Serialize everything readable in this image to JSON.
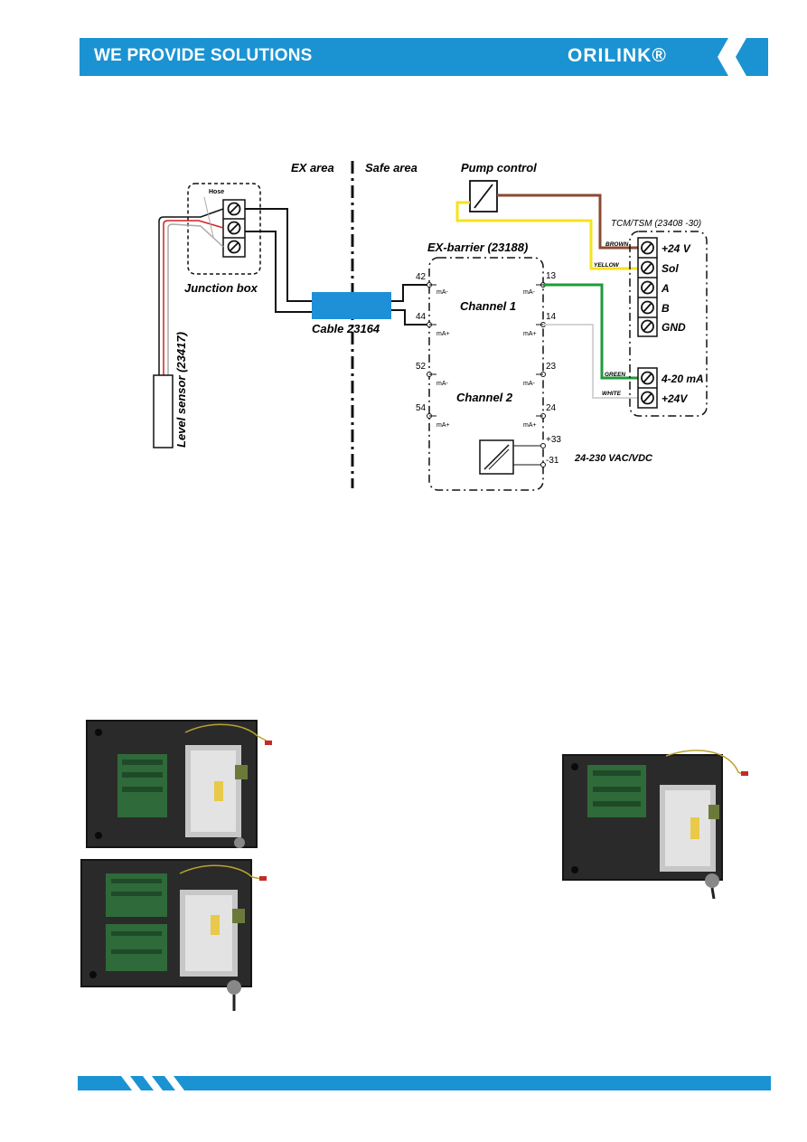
{
  "header": {
    "tagline": "WE PROVIDE SOLUTIONS",
    "logo_text": "ORILINK®",
    "brand_color": "#1b93d2"
  },
  "diagram": {
    "ex_area": "EX area",
    "safe_area": "Safe area",
    "pump_control": "Pump control",
    "hose": "Hose",
    "junction_box": "Junction box",
    "level_sensor": "Level sensor (23417)",
    "cable": "Cable 23164",
    "ex_barrier": "EX-barrier (23188)",
    "channel1": "Channel 1",
    "channel2": "Channel 2",
    "power": "24-230 VAC/VDC",
    "tcm_title": "TCM/TSM (23408 -30)",
    "tcm_terminals": [
      "+24 V",
      "Sol",
      "A",
      "B",
      "GND"
    ],
    "tcm_terminals2": [
      "4-20 mA",
      "+24V"
    ],
    "wire_labels": {
      "brown": "BROWN",
      "yellow": "YELLOW",
      "green": "GREEN",
      "white": "WHITE"
    },
    "left_terminals": [
      {
        "num": "42",
        "sig": "mA-"
      },
      {
        "num": "44",
        "sig": "mA+"
      },
      {
        "num": "52",
        "sig": "mA-"
      },
      {
        "num": "54",
        "sig": "mA+"
      }
    ],
    "right_terminals": [
      {
        "num": "13",
        "sig": "mA-"
      },
      {
        "num": "14",
        "sig": "mA+"
      },
      {
        "num": "23",
        "sig": "mA-"
      },
      {
        "num": "24",
        "sig": "mA+"
      }
    ],
    "power_terminals": [
      "+33",
      "-31"
    ],
    "colors": {
      "brown": "#8b4a32",
      "yellow": "#f5e31c",
      "green": "#1f9a3a",
      "white_wire": "#d4d4d4",
      "cable_blue": "#1e90d8"
    }
  },
  "photos": [
    {
      "name": "enclosure-photo-top-left"
    },
    {
      "name": "enclosure-photo-bottom-left"
    },
    {
      "name": "enclosure-photo-right"
    }
  ]
}
